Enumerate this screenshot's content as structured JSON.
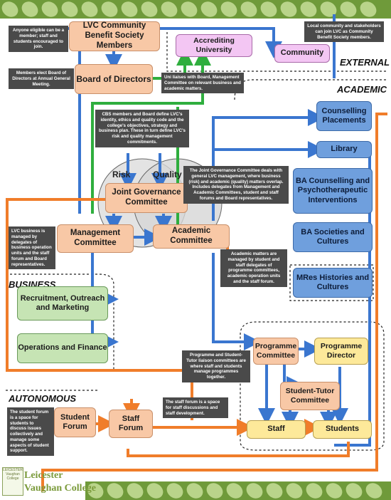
{
  "sections": {
    "external": "EXTERNAL",
    "academic": "ACADEMIC",
    "business": "BUSINESS",
    "autonomous": "AUTONOMOUS"
  },
  "boxes": {
    "lvc_members": "LVC Community Benefit Society Members",
    "accrediting": "Accrediting University",
    "community": "Community",
    "board": "Board of Directors",
    "jgc": "Joint Governance Committee",
    "management": "Management Committee",
    "academic_committee": "Academic Committee",
    "counselling": "Counselling Placements",
    "library": "Library",
    "ba_counselling": "BA Counselling and Psychotherapeutic Interventions",
    "ba_societies": "BA Societies and Cultures",
    "mres": "MRes Histories and Cultures",
    "recruitment": "Recruitment, Outreach and Marketing",
    "operations": "Operations and Finance",
    "programme_committee": "Programme Committee",
    "programme_director": "Programme Director",
    "student_tutor": "Student-Tutor Committee",
    "staff": "Staff",
    "students": "Students",
    "student_forum": "Student Forum",
    "staff_forum": "Staff Forum"
  },
  "venn": {
    "risk": "Risk",
    "quality": "Quality"
  },
  "notes": {
    "eligible": "Anyone eligible can be a member; staff and students encouraged to join.",
    "local": "Local community and stakeholders can join LVC as Community Benefit Society members.",
    "elect": "Members elect Board of Directors at Annual General Meeting.",
    "uni": "Uni liaises with Board, Management Committee on relevant business and academic matters.",
    "cbs": "CBS members and Board define LVC's identity, ethics and quality code and the college's objectives, strategy and business plan. These in turn define LVC's risk and quality management commitments.",
    "jgc": "The Joint Governance Committee deals with general LVC management, where business (risk) and academic (quality) matters overlap. Includes delegates from Management and Academic Committees, student and staff forums and Board representatives.",
    "business": "LVC business is managed by delegates of business operation units and the staff forum and Board representatives.",
    "academic": "Academic matters are managed by student and staff delegates of programme committees, academic operation units and the staff forum.",
    "programme": "Programme and Student-Tutor liaison committees are where staff and students manage programmes together.",
    "student_forum": "The student forum is a space for students to discuss issues collectively and manage some aspects of student support.",
    "staff_forum": "The staff forum is a space for staff discussions and staff development."
  },
  "logo": {
    "line1": "Leicester",
    "line2": "Vaughan College"
  },
  "colors": {
    "blue": "#3a76cf",
    "orange": "#f07d2a",
    "green": "#2fae3e",
    "band": "#6f9a3a"
  }
}
